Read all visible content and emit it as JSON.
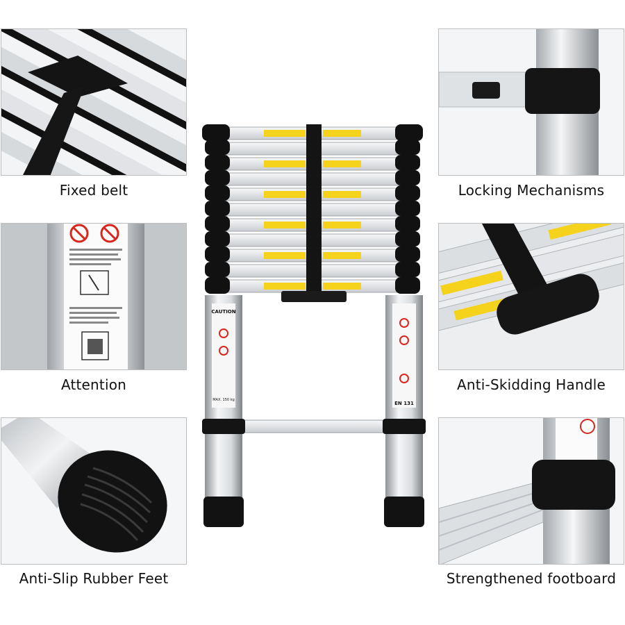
{
  "features": [
    {
      "id": "fixed-belt",
      "label": "Fixed belt"
    },
    {
      "id": "locking-mechanisms",
      "label": "Locking Mechanisms"
    },
    {
      "id": "attention",
      "label": "Attention"
    },
    {
      "id": "anti-skidding-handle",
      "label": "Anti-Skidding Handle"
    },
    {
      "id": "anti-slip-rubber-feet",
      "label": "Anti-Slip Rubber Feet"
    },
    {
      "id": "strengthened-footboard",
      "label": "Strengthened footboard"
    }
  ],
  "ladder": {
    "caution_text": "CAUTION",
    "standard_text": "EN 131",
    "max_load_text": "MAX. 150 kg"
  },
  "colors": {
    "aluminum": "#d9dcdf",
    "rubber": "#111111",
    "warning_yellow": "#f5d21b",
    "warning_red": "#d7261e"
  }
}
